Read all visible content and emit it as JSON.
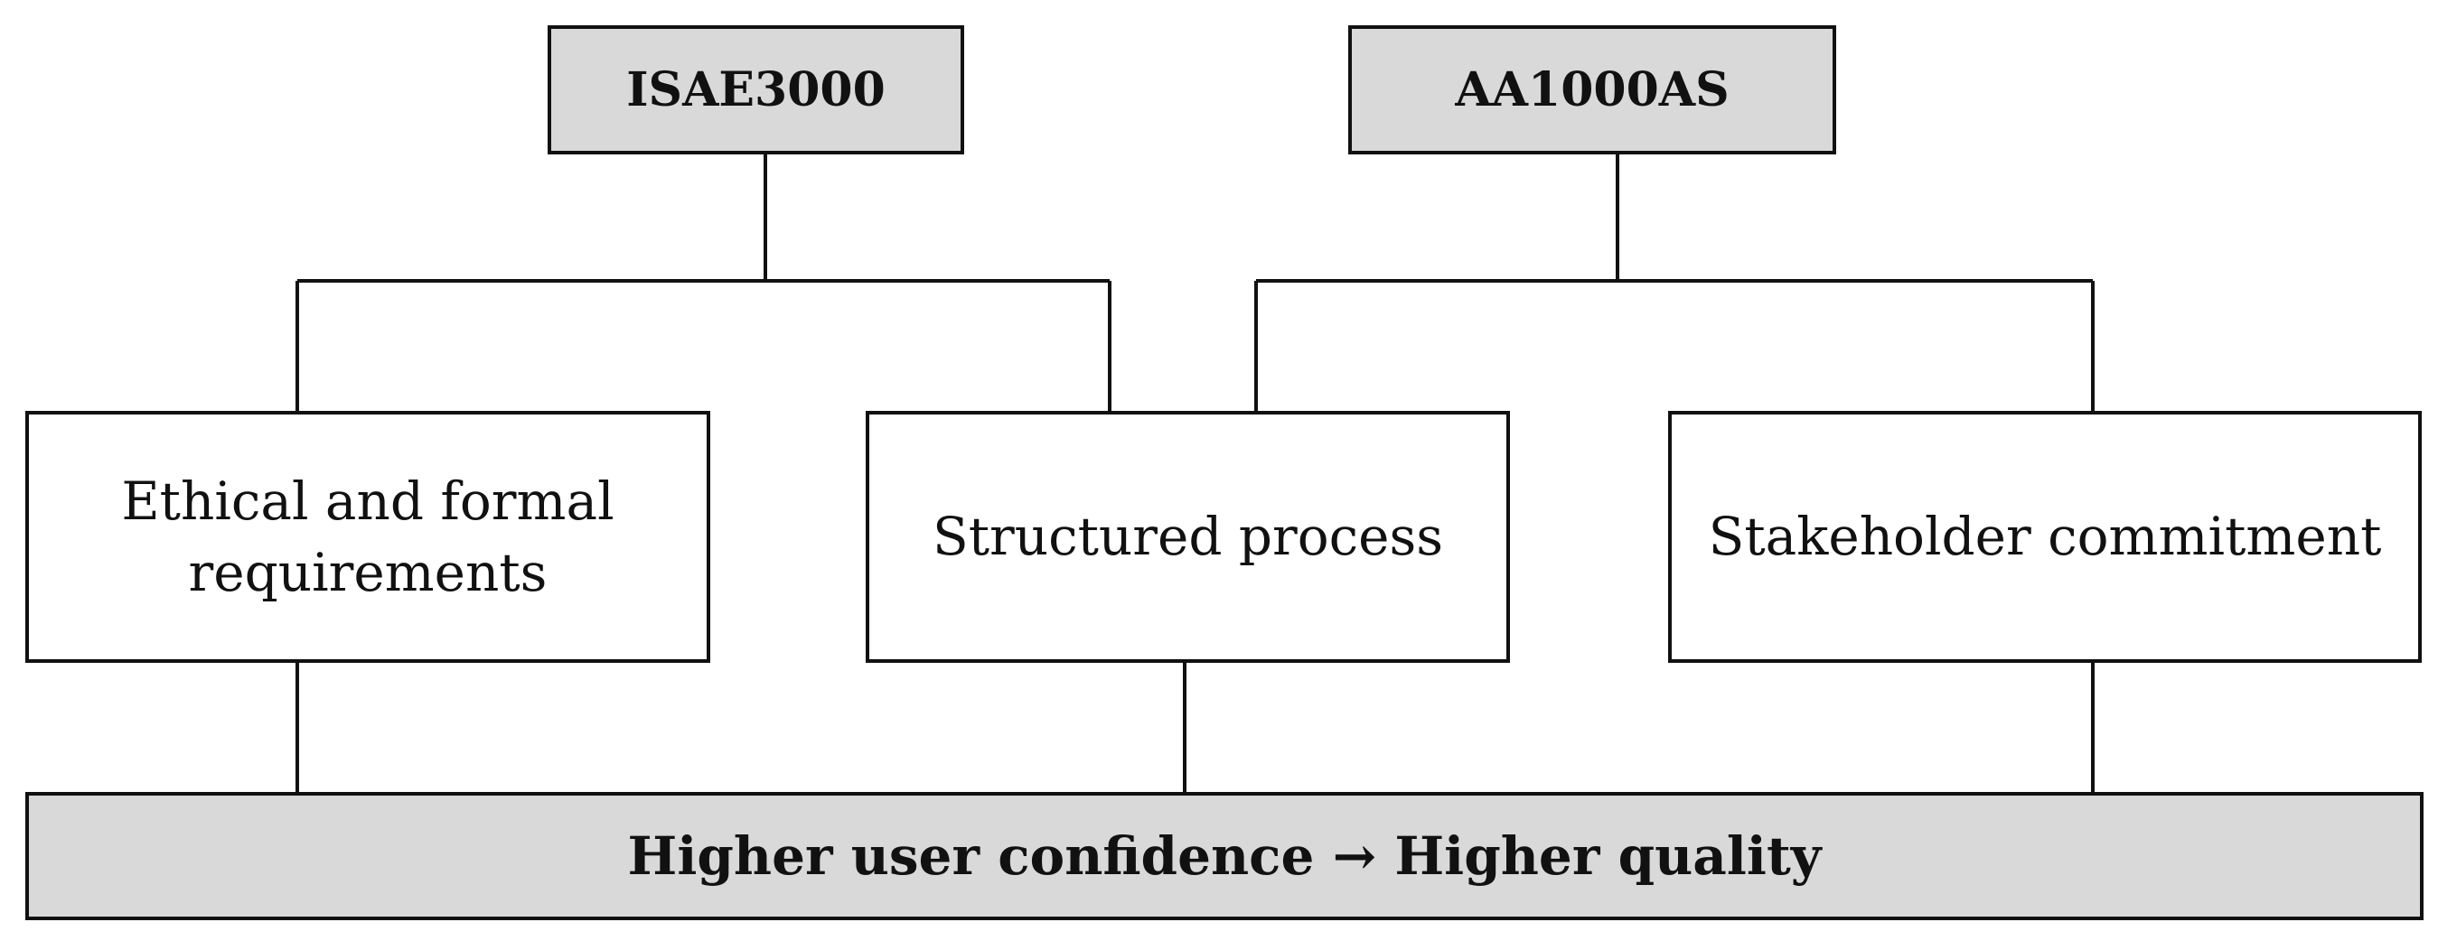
{
  "standards": {
    "isae": "ISAE3000",
    "aa": "AA1000AS"
  },
  "requirements": {
    "ethical": "Ethical and formal requirements",
    "structured": "Structured process",
    "stakeholder": "Stakeholder commitment"
  },
  "outcome": {
    "text": "Higher user confidence → Higher quality"
  },
  "colors": {
    "shaded_fill": "#d9d9d9",
    "border": "#111111",
    "background": "#ffffff"
  }
}
